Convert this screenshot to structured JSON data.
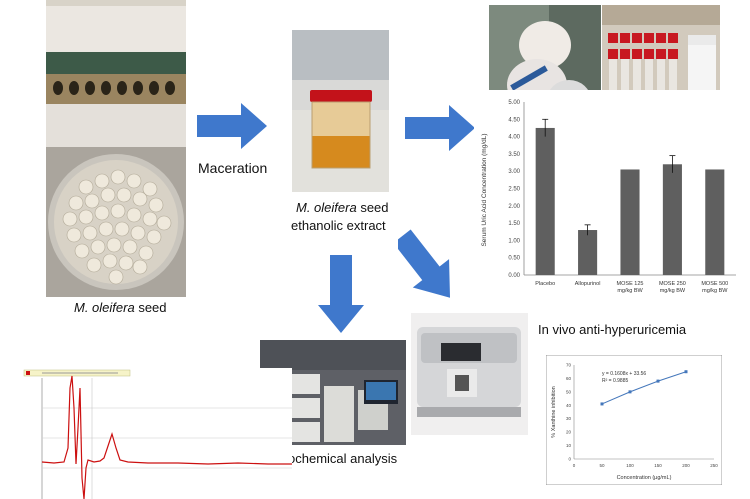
{
  "labels": {
    "maceration": "Maceration",
    "seed_italic": "M. oleifera",
    "seed_suffix": " seed",
    "extract_italic": "M. oleifera",
    "extract_suffix": " seed",
    "extract_line2": "ethanolic extract",
    "in_vivo": "In vivo anti-hyperuricemia",
    "phytochem": "Phytochemical analysis"
  },
  "colors": {
    "arrow": "#3f78cc",
    "bar": "#5f5f5f",
    "chromatogram": "#cc1010",
    "uv_line": "#4477bb"
  },
  "chart_data": [
    {
      "type": "bar",
      "categories": [
        "Placebo",
        "Allopurinol",
        "MOSE 125 mg/kg BW",
        "MOSE 250 mg/kg BW",
        "MOSE 500 mg/kg BW"
      ],
      "values": [
        4.25,
        1.3,
        3.05,
        3.2,
        3.05
      ],
      "errors": [
        0.25,
        0.15,
        0.0,
        0.25,
        0.0
      ],
      "ylim": [
        0,
        5
      ],
      "yticks": [
        "0.00",
        "0.50",
        "1.00",
        "1.50",
        "2.00",
        "2.50",
        "3.00",
        "3.50",
        "4.00",
        "4.50",
        "5.00"
      ],
      "ylabel": "Serum Uric Acid Concentration (mg/dL)"
    },
    {
      "type": "scatter",
      "x": [
        50,
        100,
        150,
        200
      ],
      "y": [
        41,
        50,
        58,
        65
      ],
      "xlim": [
        0,
        250
      ],
      "ylim": [
        0,
        70
      ],
      "xticks": [
        "0",
        "50",
        "100",
        "150",
        "200",
        "250"
      ],
      "yticks": [
        "0",
        "10",
        "20",
        "30",
        "40",
        "50",
        "60",
        "70"
      ],
      "xlabel": "Concentration (µg/mL)",
      "ylabel": "% Xanthine inhibition",
      "equation": "y = 0.1608x + 33.56",
      "r2": "R² = 0.9885"
    }
  ]
}
